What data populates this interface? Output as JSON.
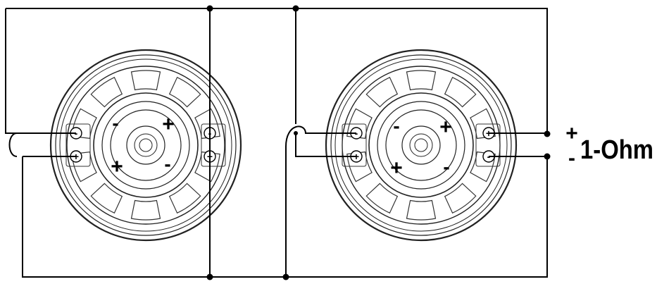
{
  "speakers": [
    {
      "id": "left",
      "terminals": [
        {
          "sign": "-"
        },
        {
          "sign": "+"
        },
        {
          "sign": "-"
        },
        {
          "sign": "+"
        }
      ],
      "marks": [
        {
          "sign": "-"
        },
        {
          "sign": "+"
        },
        {
          "sign": "+"
        },
        {
          "sign": "-"
        }
      ]
    },
    {
      "id": "right",
      "terminals": [
        {
          "sign": "-"
        },
        {
          "sign": "+"
        },
        {
          "sign": "+"
        },
        {
          "sign": "-"
        }
      ],
      "marks": [
        {
          "sign": "-"
        },
        {
          "sign": "+"
        },
        {
          "sign": "+"
        },
        {
          "sign": "-"
        }
      ]
    }
  ],
  "output": {
    "plus": "+",
    "minus": "-",
    "impedance": "1-Ohm"
  }
}
